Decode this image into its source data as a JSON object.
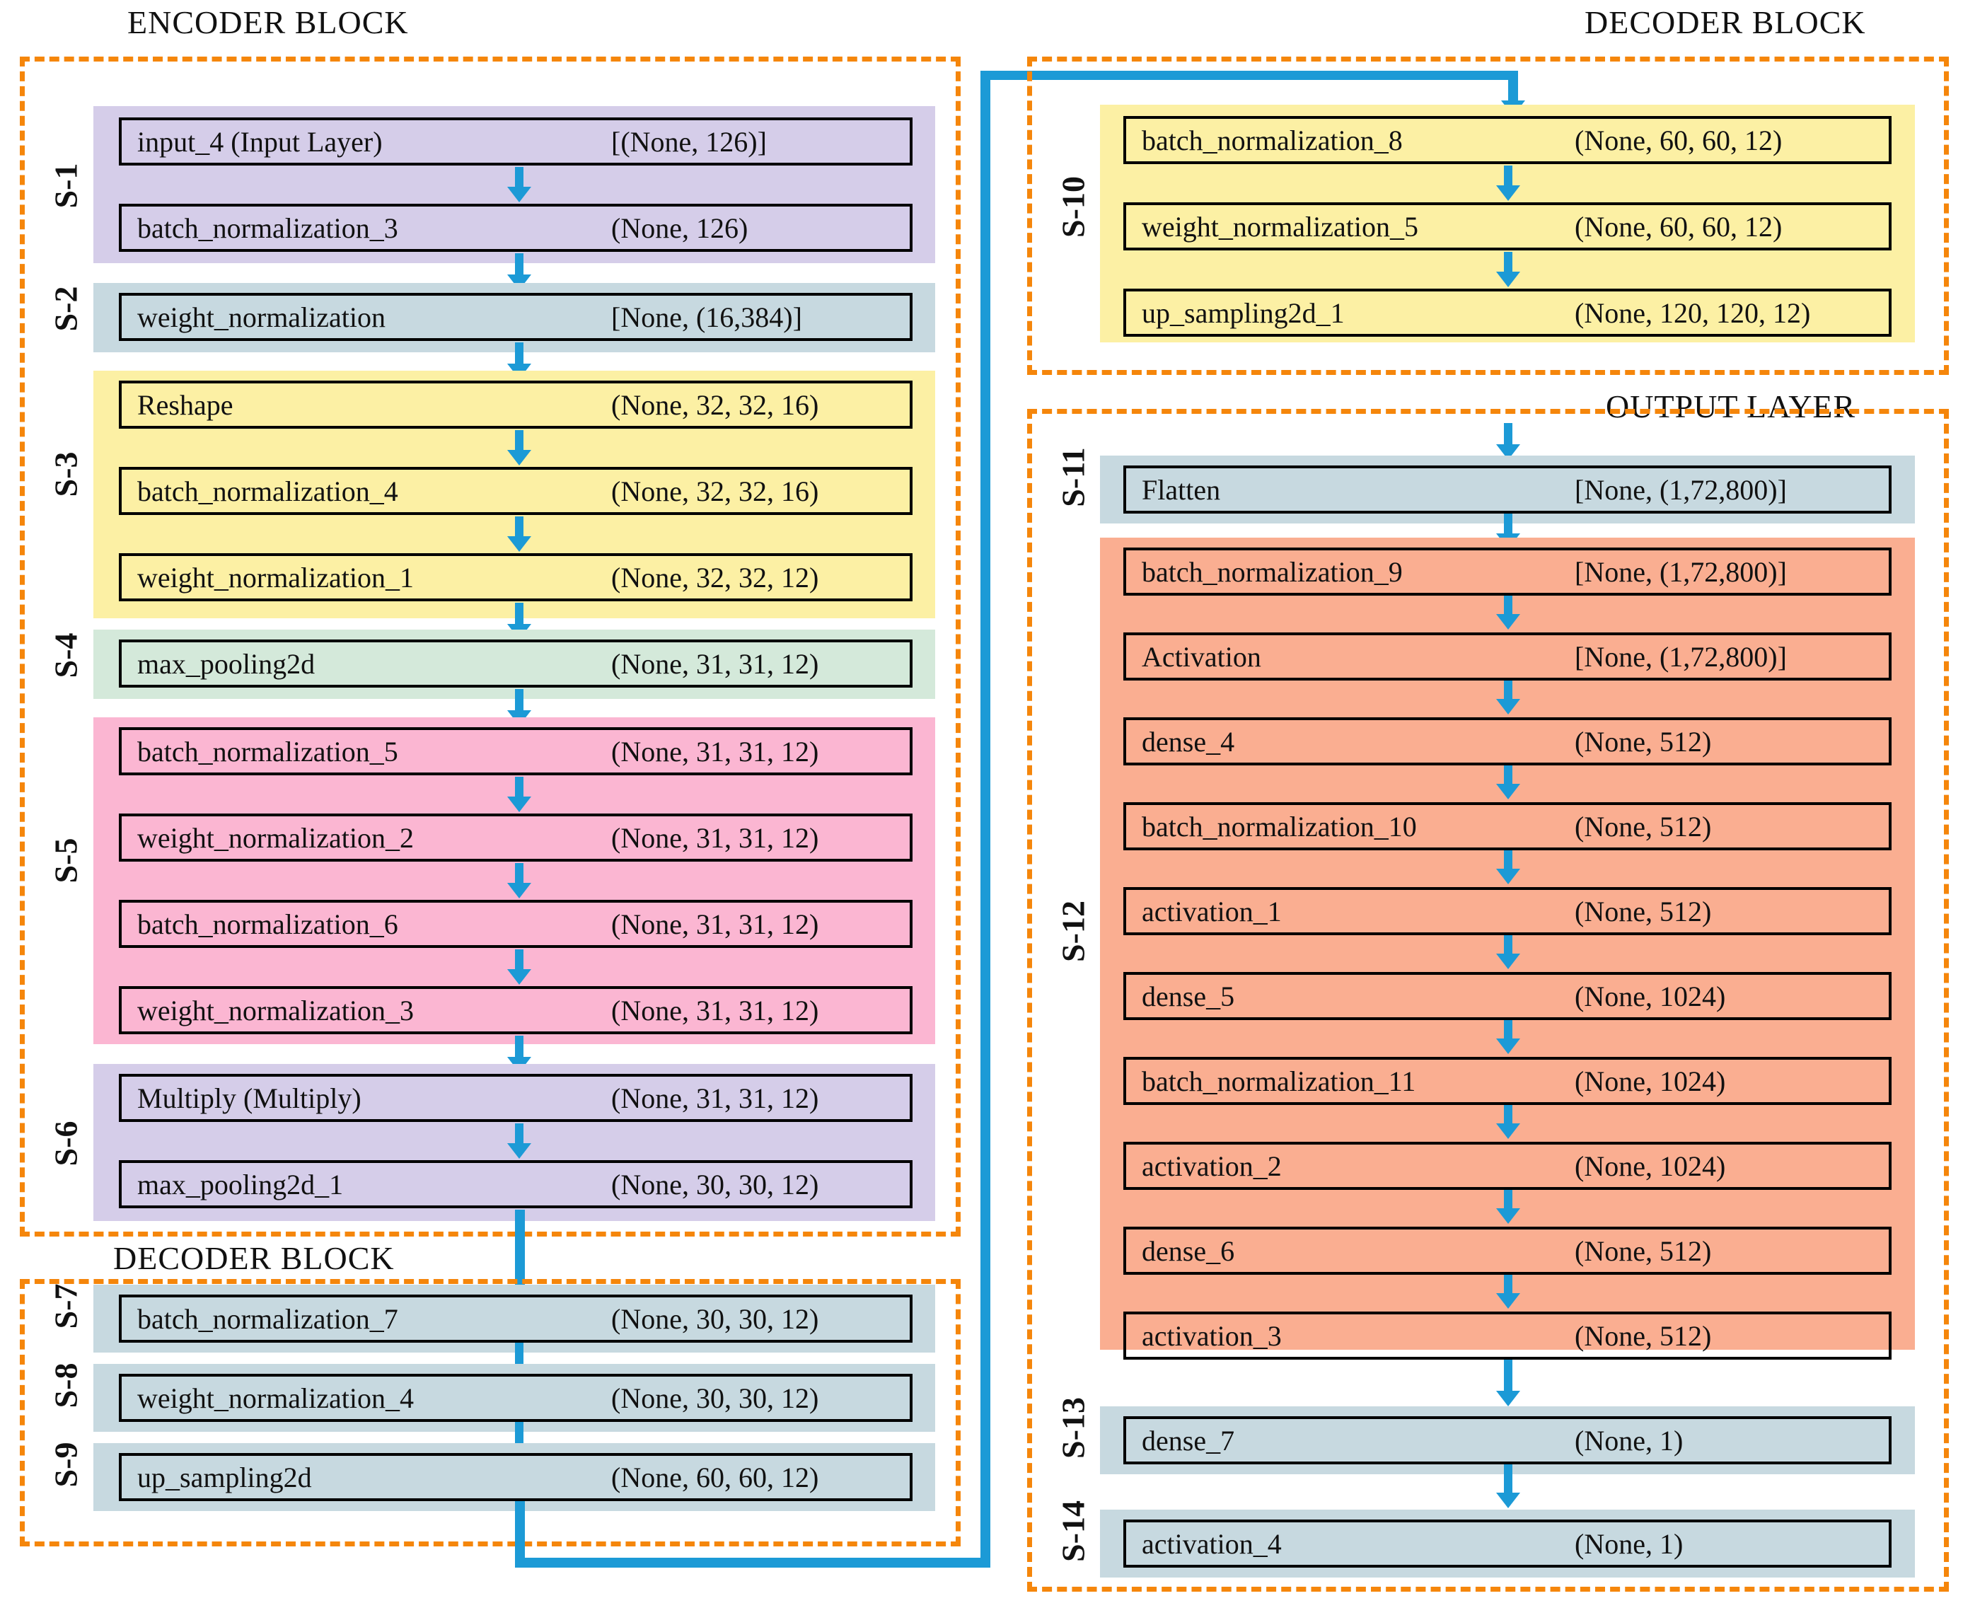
{
  "titles": {
    "encoder": "ENCODER BLOCK",
    "decoder_left": "DECODER BLOCK",
    "decoder_right": "DECODER BLOCK",
    "output": "OUTPUT LAYER"
  },
  "colors": {
    "purple": "#D5CDE9",
    "steel": "#C7D9E0",
    "yellow": "#FCF0A4",
    "green": "#D4E9DA",
    "pink": "#FBB6D2",
    "salmon": "#FAAE91",
    "dash": "#F5860B",
    "arrow": "#1C9AD6",
    "border": "#000000"
  },
  "stage_labels": {
    "s1": "S-1",
    "s2": "S-2",
    "s3": "S-3",
    "s4": "S-4",
    "s5": "S-5",
    "s6": "S-6",
    "s7": "S-7",
    "s8": "S-8",
    "s9": "S-9",
    "s10": "S-10",
    "s11": "S-11",
    "s12": "S-12",
    "s13": "S-13",
    "s14": "S-14"
  },
  "layers": {
    "l01": {
      "name": "input_4 (Input Layer)",
      "shape": "[(None, 126)]"
    },
    "l02": {
      "name": "batch_normalization_3",
      "shape": "(None, 126)"
    },
    "l03": {
      "name": "weight_normalization",
      "shape": "[None, (16,384)]"
    },
    "l04": {
      "name": "Reshape",
      "shape": "(None, 32, 32, 16)"
    },
    "l05": {
      "name": "batch_normalization_4",
      "shape": "(None, 32, 32, 16)"
    },
    "l06": {
      "name": "weight_normalization_1",
      "shape": "(None, 32, 32, 12)"
    },
    "l07": {
      "name": "max_pooling2d",
      "shape": "(None, 31, 31, 12)"
    },
    "l08": {
      "name": "batch_normalization_5",
      "shape": "(None, 31, 31, 12)"
    },
    "l09": {
      "name": "weight_normalization_2",
      "shape": "(None, 31, 31, 12)"
    },
    "l10": {
      "name": "batch_normalization_6",
      "shape": "(None, 31, 31, 12)"
    },
    "l11": {
      "name": "weight_normalization_3",
      "shape": "(None, 31, 31, 12)"
    },
    "l12": {
      "name": "Multiply (Multiply)",
      "shape": "(None, 31, 31, 12)"
    },
    "l13": {
      "name": "max_pooling2d_1",
      "shape": "(None, 30, 30, 12)"
    },
    "l14": {
      "name": "batch_normalization_7",
      "shape": "(None, 30, 30, 12)"
    },
    "l15": {
      "name": "weight_normalization_4",
      "shape": "(None, 30, 30, 12)"
    },
    "l16": {
      "name": "up_sampling2d",
      "shape": "(None, 60, 60, 12)"
    },
    "l17": {
      "name": "batch_normalization_8",
      "shape": "(None, 60, 60, 12)"
    },
    "l18": {
      "name": "weight_normalization_5",
      "shape": "(None, 60, 60, 12)"
    },
    "l19": {
      "name": "up_sampling2d_1",
      "shape": "(None, 120, 120, 12)"
    },
    "l20": {
      "name": "Flatten",
      "shape": "[None, (1,72,800)]"
    },
    "l21": {
      "name": "batch_normalization_9",
      "shape": "[None, (1,72,800)]"
    },
    "l22": {
      "name": "Activation",
      "shape": "[None, (1,72,800)]"
    },
    "l23": {
      "name": "dense_4",
      "shape": "(None, 512)"
    },
    "l24": {
      "name": "batch_normalization_10",
      "shape": "(None, 512)"
    },
    "l25": {
      "name": "activation_1",
      "shape": "(None, 512)"
    },
    "l26": {
      "name": "dense_5",
      "shape": "(None, 1024)"
    },
    "l27": {
      "name": "batch_normalization_11",
      "shape": "(None, 1024)"
    },
    "l28": {
      "name": "activation_2",
      "shape": "(None, 1024)"
    },
    "l29": {
      "name": "dense_6",
      "shape": "(None, 512)"
    },
    "l30": {
      "name": "activation_3",
      "shape": "(None, 512)"
    },
    "l31": {
      "name": "dense_7",
      "shape": "(None, 1)"
    },
    "l32": {
      "name": "activation_4",
      "shape": "(None, 1)"
    }
  }
}
